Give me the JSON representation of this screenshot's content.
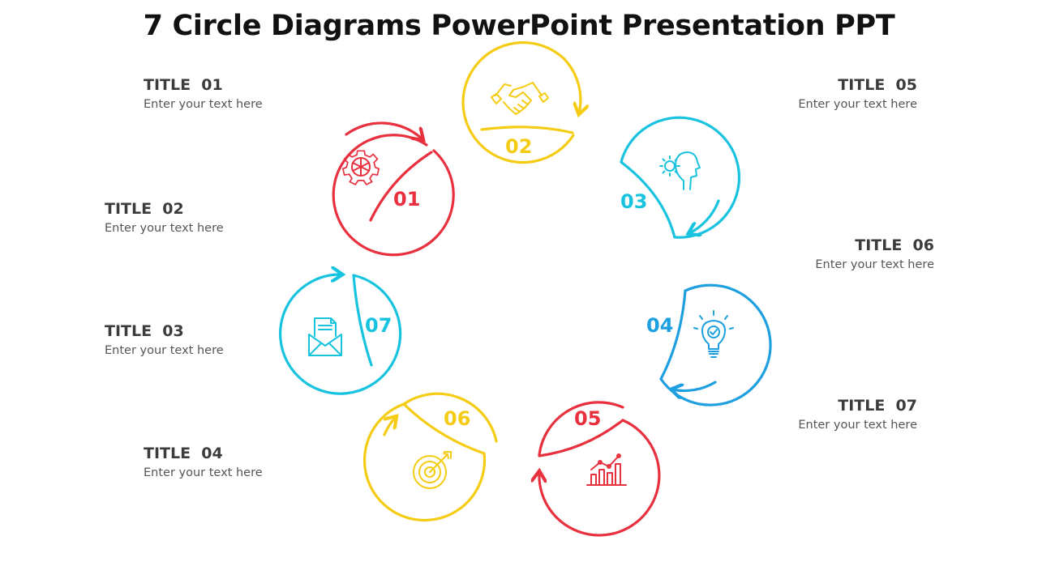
{
  "title": "7 Circle Diagrams PowerPoint Presentation PPT",
  "colors": {
    "red": "#e8303f",
    "yellow": "#f5cc14",
    "cyan": "#18c3df",
    "blue": "#1ea0e0"
  },
  "labels": [
    {
      "title": "TITLE  01",
      "text": "Enter your text here"
    },
    {
      "title": "TITLE  02",
      "text": "Enter your text here"
    },
    {
      "title": "TITLE  03",
      "text": "Enter your text here"
    },
    {
      "title": "TITLE  04",
      "text": "Enter your text here"
    },
    {
      "title": "TITLE  05",
      "text": "Enter your text here"
    },
    {
      "title": "TITLE  06",
      "text": "Enter your text here"
    },
    {
      "title": "TITLE  07",
      "text": "Enter your text here"
    }
  ],
  "circles": [
    {
      "number": "01",
      "color": "red",
      "icon": "gear-icon"
    },
    {
      "number": "02",
      "color": "yellow",
      "icon": "handshake-icon"
    },
    {
      "number": "03",
      "color": "cyan",
      "icon": "head-gear-icon"
    },
    {
      "number": "04",
      "color": "blue",
      "icon": "lightbulb-icon"
    },
    {
      "number": "05",
      "color": "red",
      "icon": "bar-chart-icon"
    },
    {
      "number": "06",
      "color": "yellow",
      "icon": "target-icon"
    },
    {
      "number": "07",
      "color": "cyan",
      "icon": "mail-icon"
    }
  ]
}
